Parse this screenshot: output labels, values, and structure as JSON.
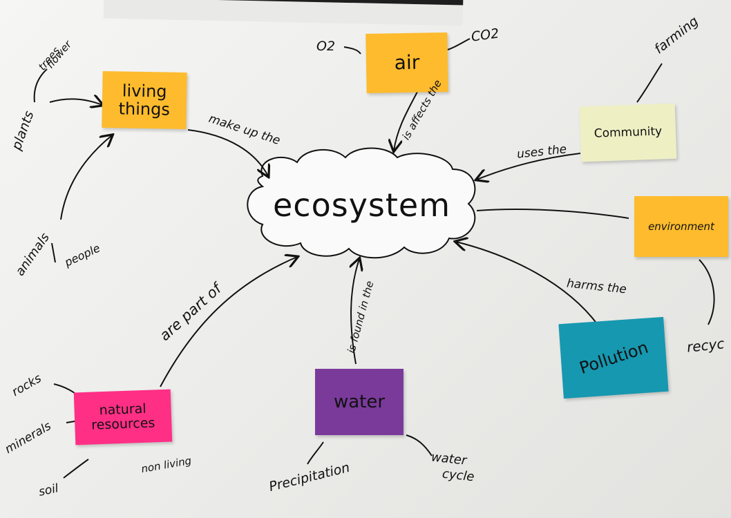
{
  "center": "ecosystem",
  "notes": {
    "air": "air",
    "living_things": "living things",
    "community": "Community",
    "environment": "environment",
    "pollution": "Pollution",
    "water": "water",
    "natural_resources": "natural resources"
  },
  "links": {
    "make_up_the": "make up the",
    "is_affects_the": "is affects the",
    "uses_the": "uses the",
    "harms_the": "harms the",
    "is_found_in_the": "is found in the",
    "are_part_of": "are part of"
  },
  "branches": {
    "o2": "O2",
    "co2": "CO2",
    "trees": "trees",
    "flower": "flower",
    "plants": "plants",
    "animals": "animals",
    "people": "people",
    "farming": "farming",
    "recycle": "recyc",
    "rocks": "rocks",
    "minerals": "minerals",
    "soil": "soil",
    "non_living": "non living",
    "precipitation": "Precipitation",
    "water_cycle_1": "water",
    "water_cycle_2": "cycle"
  },
  "colors": {
    "orange": "#fdbb2d",
    "yellow_light": "#eef0c4",
    "teal": "#1698b0",
    "purple": "#7a3a9a",
    "pink": "#ff2f86"
  }
}
